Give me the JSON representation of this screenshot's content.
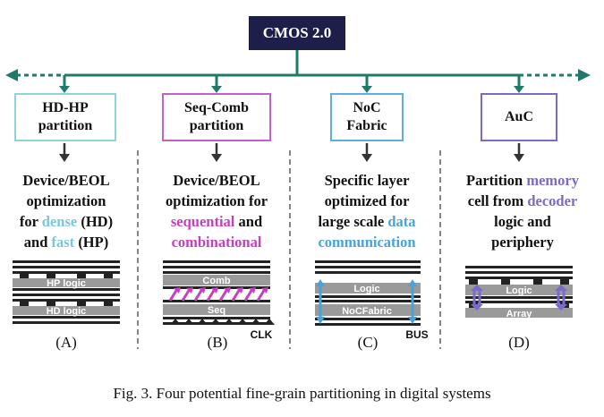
{
  "root": {
    "label": "CMOS 2.0",
    "color": "#1d1f4a"
  },
  "partitions": [
    {
      "title_line1": "HD-HP",
      "title_line2": "partition",
      "border_color": "#8fd3de",
      "desc": [
        [
          {
            "t": "Device/BEOL"
          }
        ],
        [
          {
            "t": "optimization"
          }
        ],
        [
          {
            "t": "for "
          },
          {
            "t": "dense",
            "hl": "cyan"
          },
          {
            "t": " (HD)"
          }
        ],
        [
          {
            "t": "and "
          },
          {
            "t": "fast",
            "hl": "cyan"
          },
          {
            "t": " (HP)"
          }
        ]
      ],
      "layer_labels": [
        "HP logic",
        "HD logic"
      ],
      "sublabel": "(A)"
    },
    {
      "title_line1": "Seq-Comb",
      "title_line2": "partition",
      "border_color": "#c55fc9",
      "desc": [
        [
          {
            "t": "Device/BEOL"
          }
        ],
        [
          {
            "t": "optimization for"
          }
        ],
        [
          {
            "t": "sequential",
            "hl": "mag"
          },
          {
            "t": " and"
          }
        ],
        [
          {
            "t": "combinational",
            "hl": "mag"
          }
        ]
      ],
      "layer_labels": [
        "Comb",
        "Seq"
      ],
      "side_label": "CLK",
      "sublabel": "(B)"
    },
    {
      "title_line1": "NoC",
      "title_line2": "Fabric",
      "border_color": "#5bb0e0",
      "desc": [
        [
          {
            "t": "Specific layer"
          }
        ],
        [
          {
            "t": "optimized for"
          }
        ],
        [
          {
            "t": "large scale "
          },
          {
            "t": "data",
            "hl": "blue"
          }
        ],
        [
          {
            "t": "communication",
            "hl": "blue"
          }
        ]
      ],
      "layer_labels": [
        "Logic",
        "NoCFabric"
      ],
      "side_label": "BUS",
      "sublabel": "(C)"
    },
    {
      "title_line1": "AuC",
      "title_line2": "",
      "border_color": "#7b6ac9",
      "desc": [
        [
          {
            "t": "Partition "
          },
          {
            "t": "memory",
            "hl": "purple"
          }
        ],
        [
          {
            "t": "cell from "
          },
          {
            "t": "decoder",
            "hl": "purple"
          }
        ],
        [
          {
            "t": "logic and"
          }
        ],
        [
          {
            "t": "periphery"
          }
        ]
      ],
      "layer_labels": [
        "Logic",
        "Array"
      ],
      "sublabel": "(D)"
    }
  ],
  "highlight_colors": {
    "cyan": "#7cc6da",
    "mag": "#c341c0",
    "blue": "#47a3d9",
    "purple": "#7b6ac9"
  },
  "line_color": "#1f7a6a",
  "caption": "Fig. 3.  Four potential fine-grain partitioning in digital systems"
}
